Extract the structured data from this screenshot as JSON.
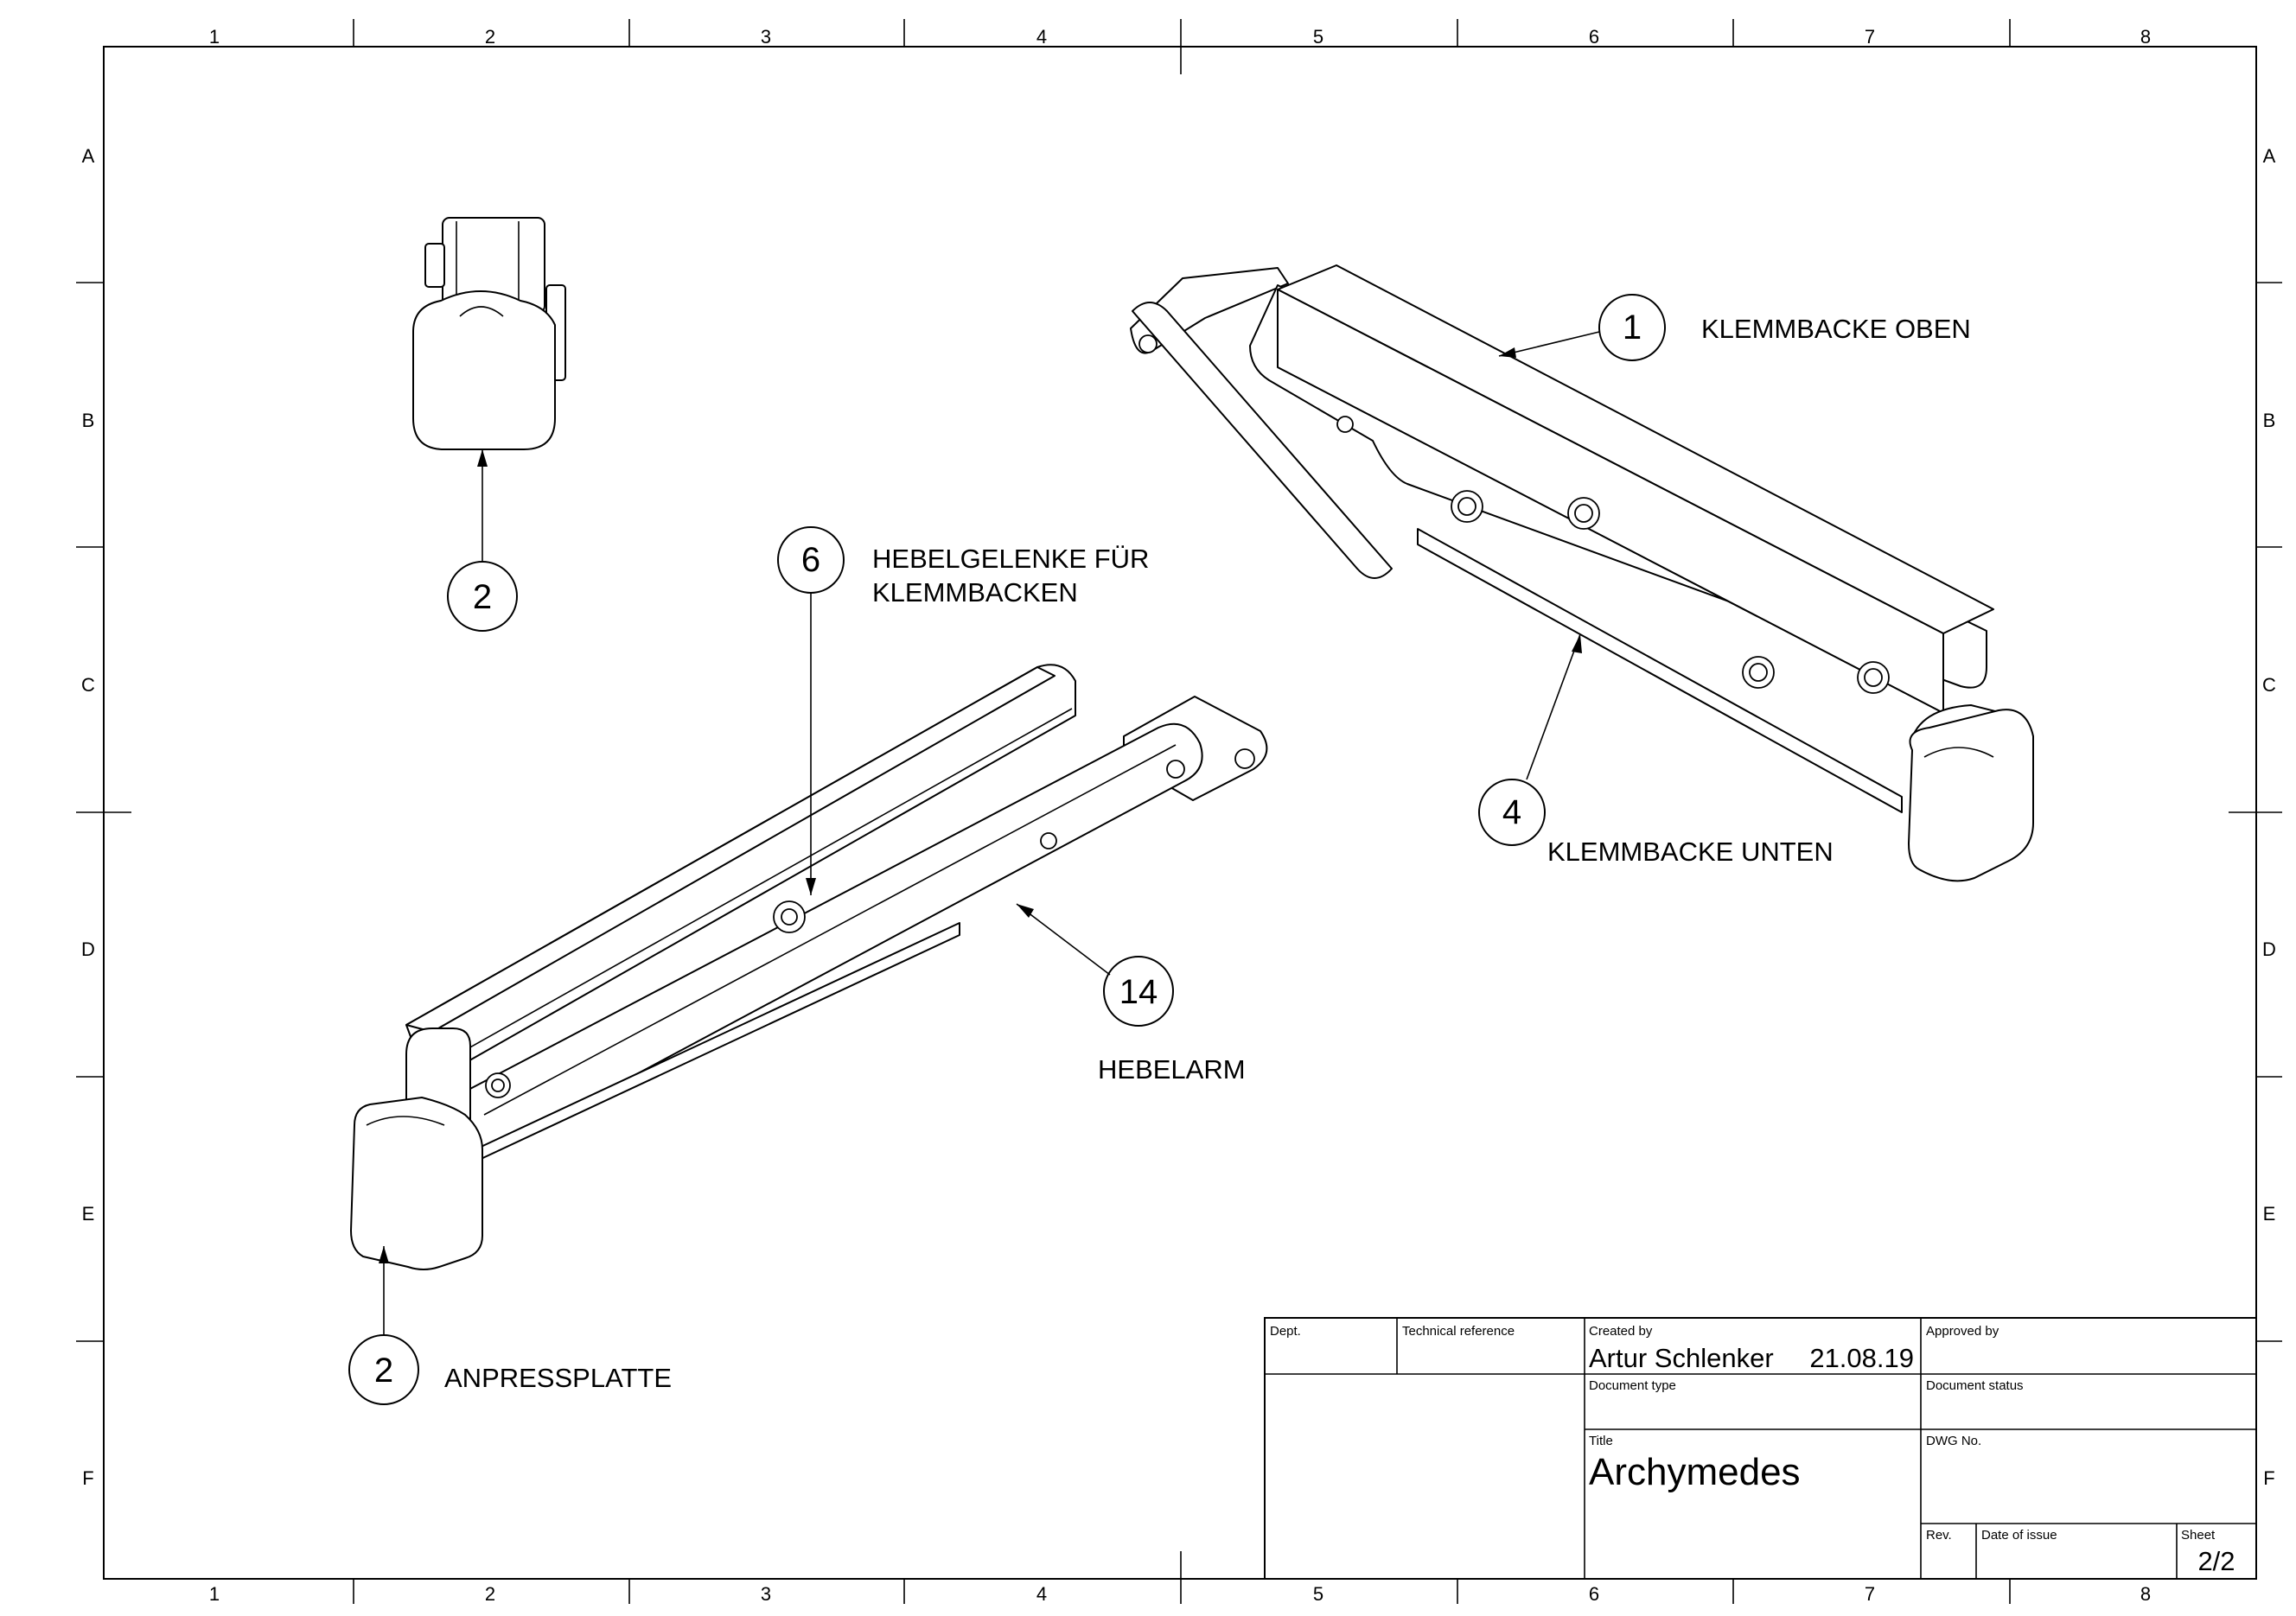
{
  "frame": {
    "columns": [
      "1",
      "2",
      "3",
      "4",
      "5",
      "6",
      "7",
      "8"
    ],
    "rows": [
      "A",
      "B",
      "C",
      "D",
      "E",
      "F"
    ]
  },
  "callouts": {
    "c1": {
      "number": "1",
      "label": "KLEMMBACKE OBEN"
    },
    "c2top": {
      "number": "2"
    },
    "c2bottom": {
      "number": "2",
      "label": "ANPRESSPLATTE"
    },
    "c4": {
      "number": "4",
      "label": "KLEMMBACKE UNTEN"
    },
    "c6": {
      "number": "6",
      "label_line1": "HEBELGELENKE FÜR",
      "label_line2": "KLEMMBACKEN"
    },
    "c14": {
      "number": "14",
      "label": "HEBELARM"
    }
  },
  "title_block": {
    "dept_label": "Dept.",
    "tech_ref_label": "Technical reference",
    "created_by_label": "Created by",
    "created_by": "Artur Schlenker",
    "created_date": "21.08.19",
    "approved_by_label": "Approved by",
    "doc_type_label": "Document type",
    "doc_status_label": "Document status",
    "title_label": "Title",
    "title": "Archymedes",
    "dwg_no_label": "DWG No.",
    "rev_label": "Rev.",
    "date_issue_label": "Date of issue",
    "sheet_label": "Sheet",
    "sheet": "2/2"
  }
}
